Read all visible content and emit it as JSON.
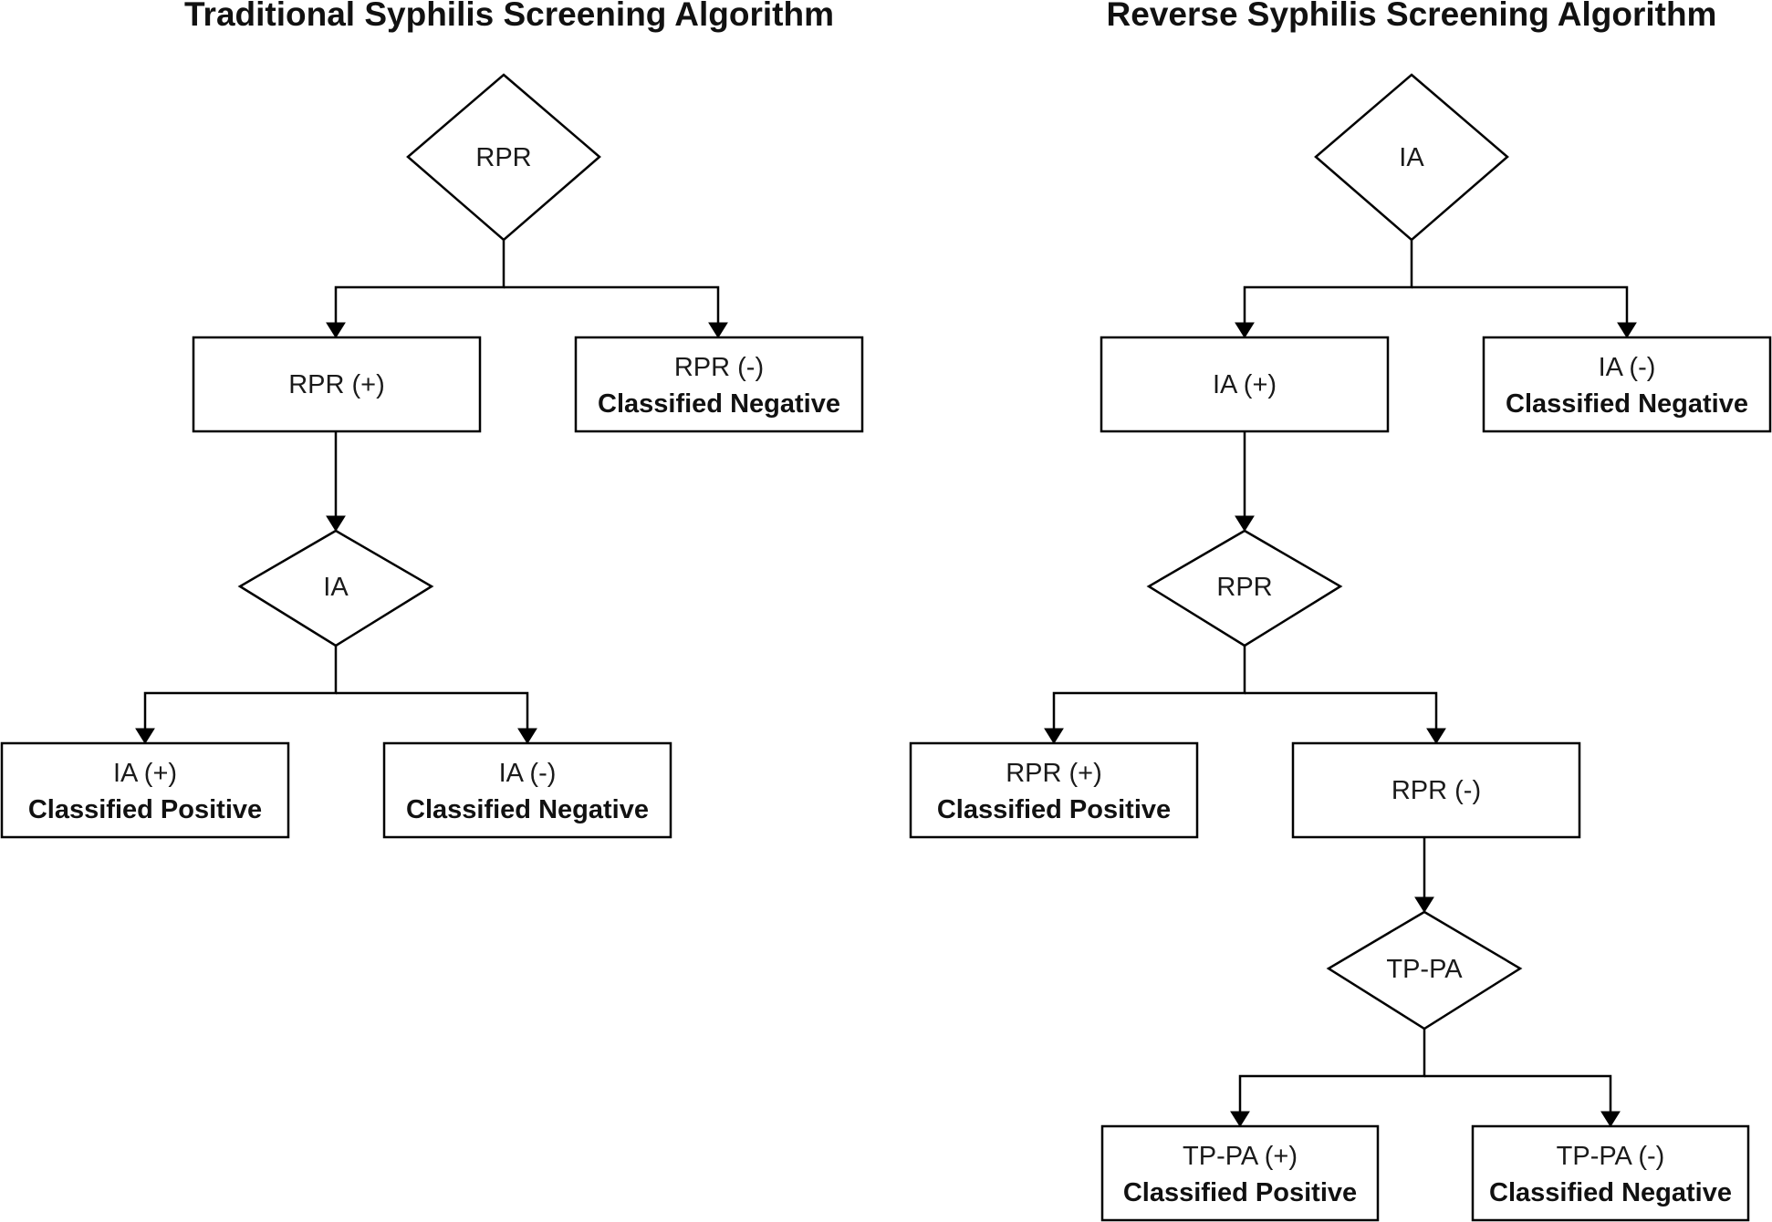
{
  "traditional": {
    "title": "Traditional Syphilis Screening Algorithm",
    "start_decision": "RPR",
    "rpr_pos": "RPR (+)",
    "rpr_neg": {
      "line1": "RPR (-)",
      "line2": "Classified Negative"
    },
    "ia_decision": "IA",
    "ia_pos": {
      "line1": "IA (+)",
      "line2": "Classified Positive"
    },
    "ia_neg": {
      "line1": "IA (-)",
      "line2": "Classified Negative"
    }
  },
  "reverse": {
    "title": "Reverse Syphilis Screening Algorithm",
    "start_decision": "IA",
    "ia_pos": "IA (+)",
    "ia_neg": {
      "line1": "IA (-)",
      "line2": "Classified Negative"
    },
    "rpr_decision": "RPR",
    "rpr_pos": {
      "line1": "RPR (+)",
      "line2": "Classified Positive"
    },
    "rpr_neg": "RPR (-)",
    "tppa_decision": "TP-PA",
    "tppa_pos": {
      "line1": "TP-PA (+)",
      "line2": "Classified Positive"
    },
    "tppa_neg": {
      "line1": "TP-PA (-)",
      "line2": "Classified Negative"
    }
  }
}
